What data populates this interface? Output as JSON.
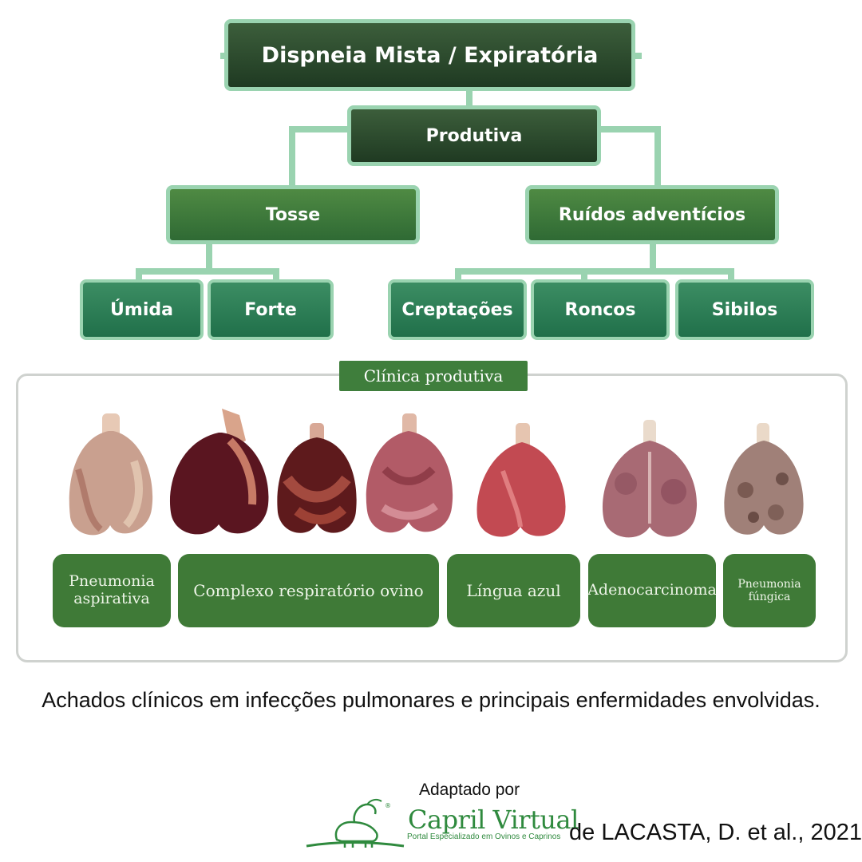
{
  "tree": {
    "root": "Dispneia Mista / Expiratória",
    "level1": "Produtiva",
    "level2": [
      "Tosse",
      "Ruídos adventícios"
    ],
    "tosse_children": [
      "Úmida",
      "Forte"
    ],
    "ruidos_children": [
      "Creptações",
      "Roncos",
      "Sibilos"
    ]
  },
  "panel": {
    "title": "Clínica produtiva",
    "diseases": [
      {
        "line1": "Pneumonia",
        "line2": "aspirativa"
      },
      {
        "line1": "Complexo respiratório ovino",
        "line2": ""
      },
      {
        "line1": "Língua azul",
        "line2": ""
      },
      {
        "line1": "Adenocarcinoma",
        "line2": ""
      },
      {
        "line1": "Pneumonia",
        "line2": "fúngica"
      }
    ]
  },
  "caption": "Achados clínicos em infecções pulmonares e principais enfermidades envolvidas.",
  "footer": {
    "adapted_by": "Adaptado por",
    "brand_name": "Capril Virtual",
    "brand_registered": "®",
    "brand_tagline": "Portal Especializado em Ovinos e Caprinos",
    "credit": "de LACASTA, D. et al., 2021"
  },
  "colors": {
    "connector": "#9ad3b0",
    "dark_node": "#2a4a2c",
    "leaf_node": "#2a7d55",
    "disease_box": "#3f7a37",
    "brand": "#2f8a3e"
  }
}
